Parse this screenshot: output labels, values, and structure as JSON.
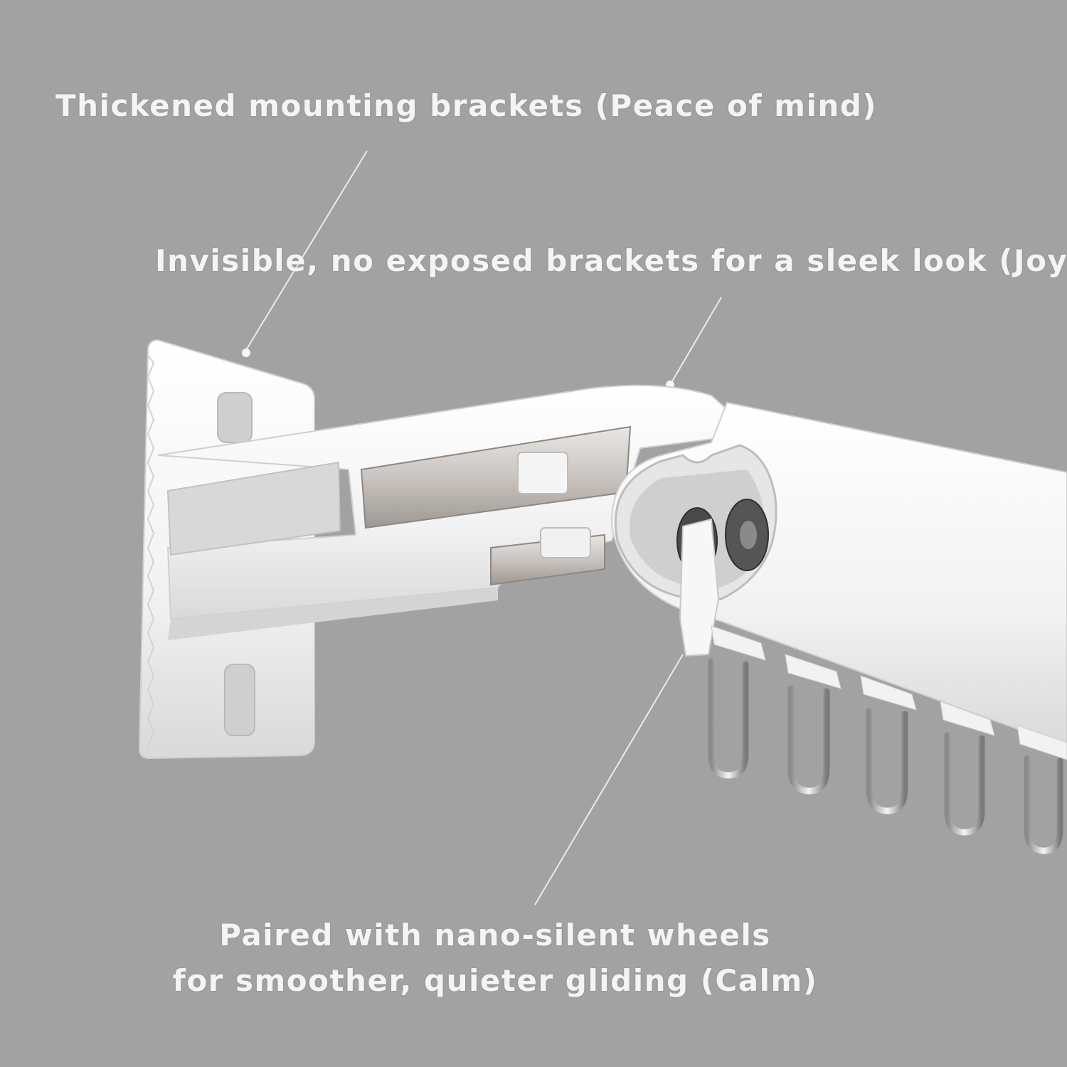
{
  "callouts": {
    "brackets": "Thickened mounting brackets (Peace of mind)",
    "invisible": "Invisible, no exposed brackets for a sleek look (Joy)",
    "wheels_line1": "Paired with nano-silent wheels",
    "wheels_line2": "for smoother, quieter gliding (Calm)"
  },
  "colors": {
    "background": "#a2a2a2",
    "text": "#f4f4f4",
    "rail": "#ffffff",
    "steel": "#d6d2cf",
    "wheel": "#4a4a4a"
  }
}
